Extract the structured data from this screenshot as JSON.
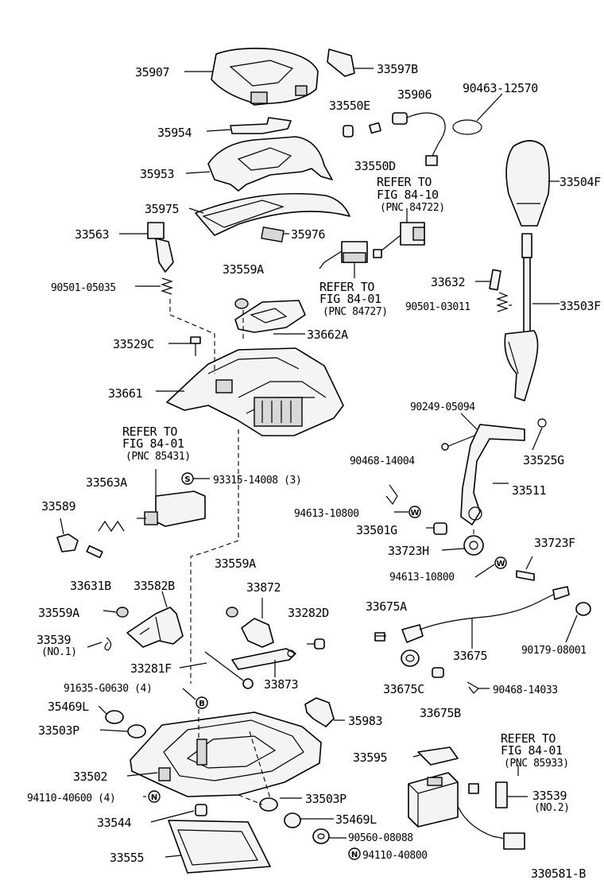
{
  "labels": {
    "p35907": "35907",
    "p33597b": "33597B",
    "p35906": "35906",
    "p90463": "90463-12570",
    "p33550e": "33550E",
    "p35954": "35954",
    "p33550d": "33550D",
    "p35953": "35953",
    "p33504f": "33504F",
    "ref1_a": "REFER TO",
    "ref1_b": "FIG 84-10",
    "ref1_c": "(PNC 84722)",
    "p35975": "35975",
    "p35976": "35976",
    "p33563": "33563",
    "p33559a_top": "33559A",
    "ref2_a": "REFER TO",
    "ref2_b": "FIG 84-01",
    "ref2_c": "(PNC 84727)",
    "p90501_05035": "90501-05035",
    "p33632": "33632",
    "p90501_03011": "90501-03011",
    "p33503f": "33503F",
    "p33662a": "33662A",
    "p33529c": "33529C",
    "p33661": "33661",
    "p90249": "90249-05094",
    "ref3_a": "REFER TO",
    "ref3_b": "FIG 84-01",
    "ref3_c": "(PNC 85431)",
    "p33525g": "33525G",
    "p93315": "93315-14008 (3)",
    "p90468_14004": "90468-14004",
    "p33563a": "33563A",
    "p33511": "33511",
    "p33589": "33589",
    "p94613_a": "94613-10800",
    "p33501g": "33501G",
    "p33723h": "33723H",
    "p33723f": "33723F",
    "p33631b": "33631B",
    "p33582b": "33582B",
    "p33559a_mid": "33559A",
    "p94613_b": "94613-10800",
    "p33872": "33872",
    "p33282d": "33282D",
    "p33675a": "33675A",
    "p33559a_left": "33559A",
    "p33539_1": "33539",
    "p33539_1n": "(NO.1)",
    "p33675": "33675",
    "p90179": "90179-08001",
    "p33281f": "33281F",
    "p33873": "33873",
    "p91635": "91635-G0630 (4)",
    "p33675c": "33675C",
    "p33675b": "33675B",
    "p90468_14033": "90468-14033",
    "p35469l_top": "35469L",
    "p35983": "35983",
    "p33503p_top": "33503P",
    "ref4_a": "REFER TO",
    "ref4_b": "FIG 84-01",
    "ref4_c": "(PNC 85933)",
    "p33595": "33595",
    "p33502": "33502",
    "p94110_40600": "94110-40600 (4)",
    "p33503p_bot": "33503P",
    "p33539_2": "33539",
    "p33539_2n": "(NO.2)",
    "p33544": "33544",
    "p35469l_bot": "35469L",
    "p90560": "90560-08088",
    "p33555": "33555",
    "p94110_40800": "94110-40800",
    "figure_id": "330581-B"
  },
  "symbols": {
    "s": "S",
    "w": "W",
    "b": "B",
    "n": "N"
  }
}
